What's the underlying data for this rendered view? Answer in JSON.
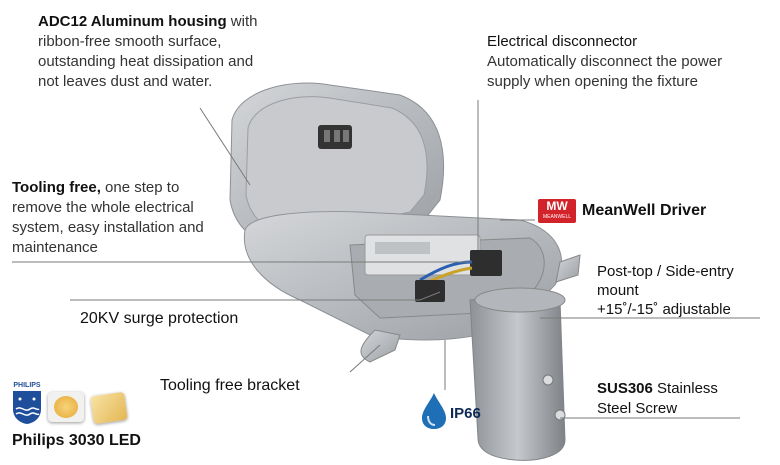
{
  "callouts": {
    "housing": {
      "title": "ADC12 Aluminum housing",
      "line1": " with",
      "line2": "ribbon-free smooth surface,",
      "line3": "outstanding heat dissipation and",
      "line4": "not leaves dust and water."
    },
    "disconnector": {
      "title": "Electrical disconnector",
      "line1": "Automatically disconnect the power",
      "line2": "supply when opening the fixture"
    },
    "tooling": {
      "title": "Tooling free,",
      "line1": " one step to",
      "line2": "remove the whole electrical",
      "line3": "system, easy installation and",
      "line4": "maintenance"
    },
    "driver": {
      "label": "MeanWell Driver",
      "logo": "MW",
      "logo_sub": "MEANWELL"
    },
    "mount": {
      "line1": "Post-top / Side-entry",
      "line2": "mount",
      "line3": "+15˚/-15˚ adjustable"
    },
    "surge": {
      "label": "20KV surge protection"
    },
    "bracket": {
      "label": "Tooling free bracket"
    },
    "screw": {
      "title": "SUS306",
      "line1": " Stainless",
      "line2": "Steel Screw"
    },
    "ip": {
      "label": "IP66",
      "icon": "water-drop-icon"
    },
    "led": {
      "brand": "PHILIPS",
      "label": "Philips 3030 LED"
    }
  },
  "colors": {
    "meanwell": "#d2232a",
    "drop": "#1f6fb7",
    "housing": "#b9bcc0"
  }
}
